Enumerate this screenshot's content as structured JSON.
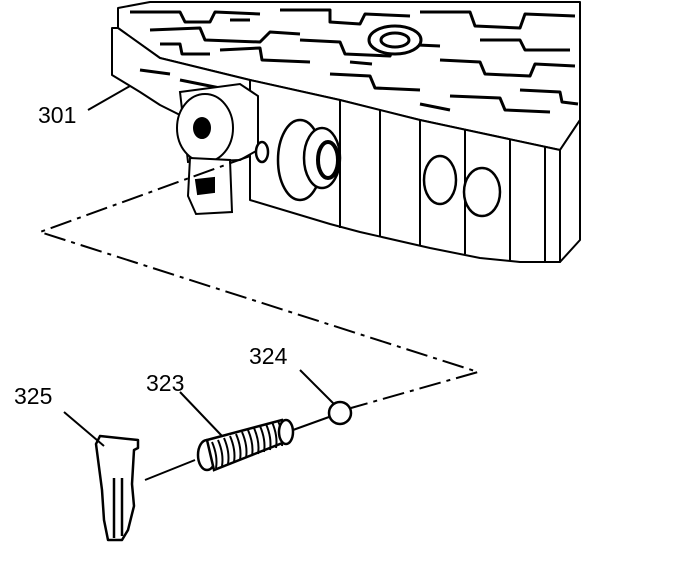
{
  "figure": {
    "background": "#ffffff",
    "ink": "#000000"
  },
  "callouts": [
    {
      "id": "301",
      "label": "301",
      "part": "valve-body"
    },
    {
      "id": "323",
      "label": "323",
      "part": "spring"
    },
    {
      "id": "324",
      "label": "324",
      "part": "check-ball"
    },
    {
      "id": "325",
      "label": "325",
      "part": "retainer-clip"
    }
  ]
}
